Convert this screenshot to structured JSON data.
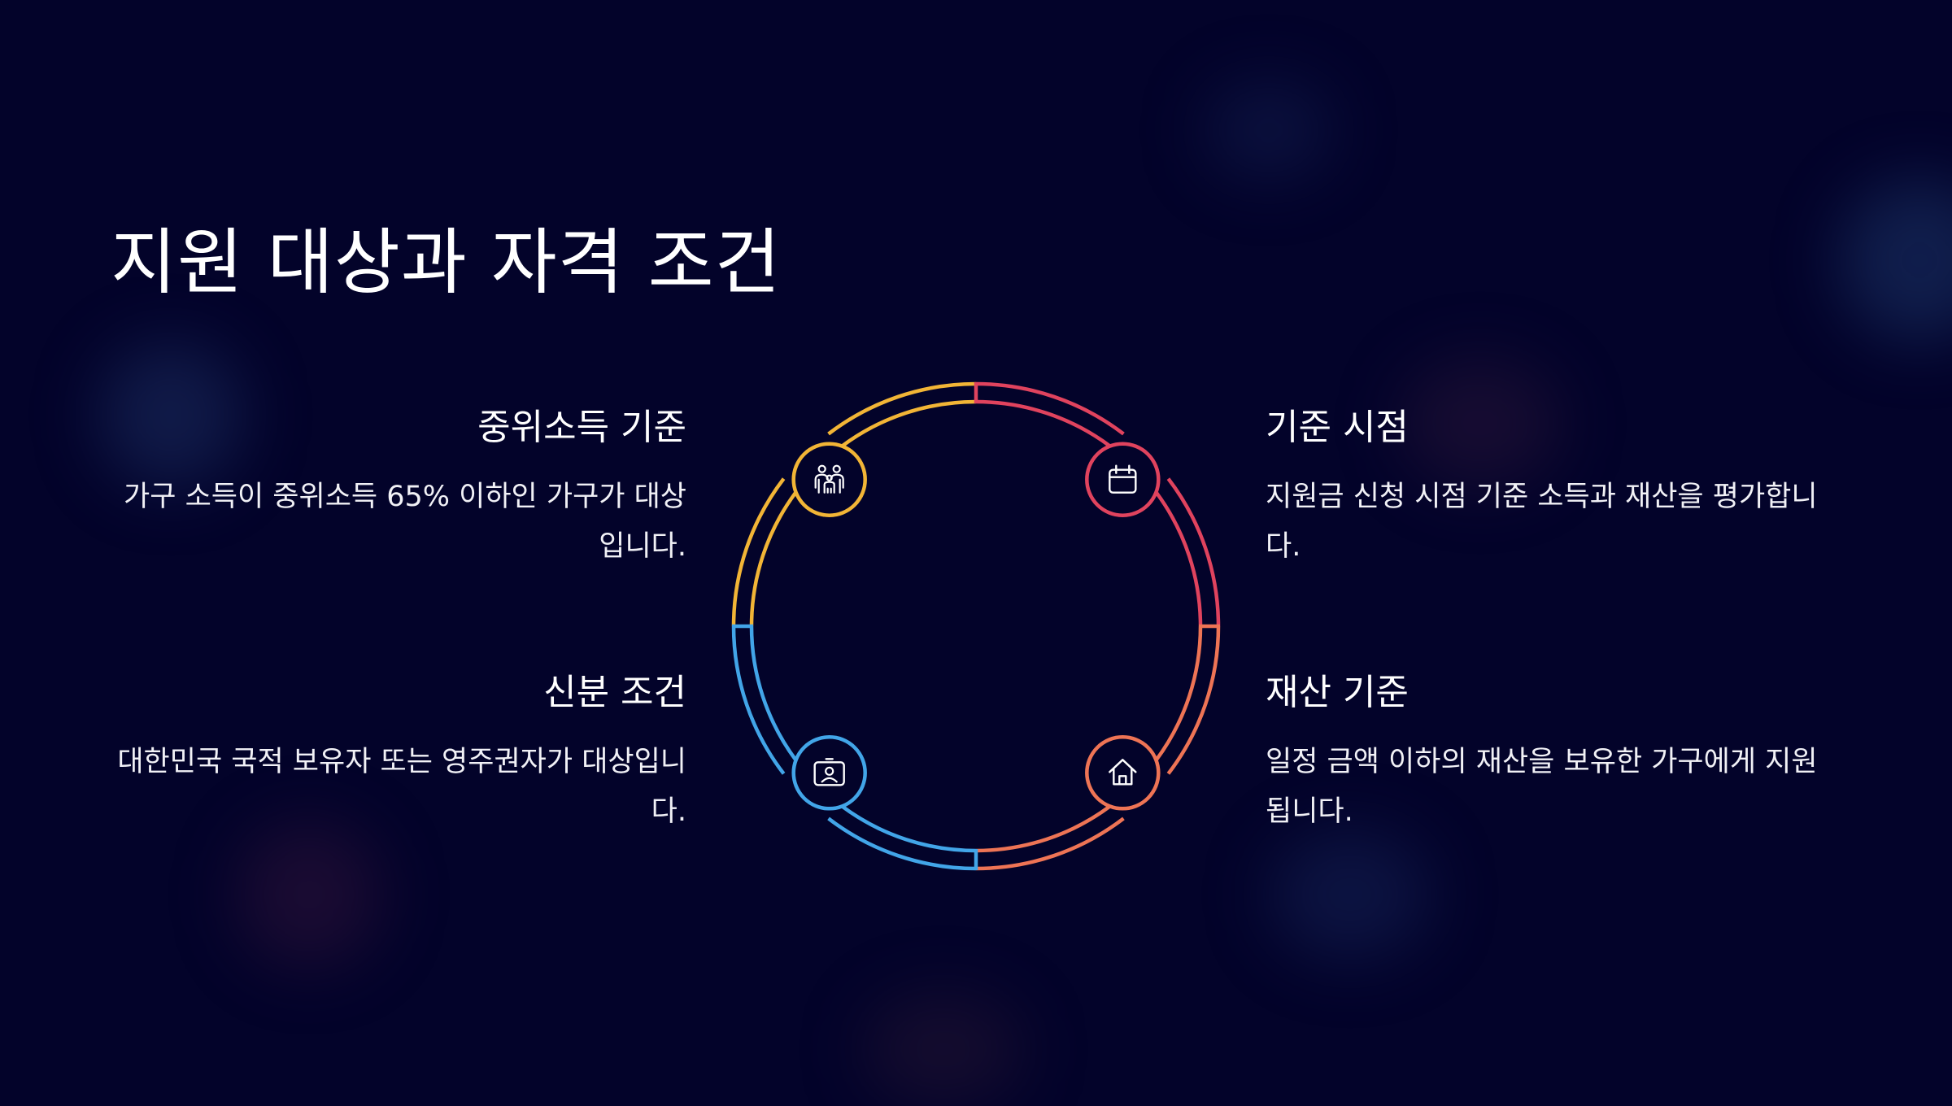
{
  "title": "지원 대상과 자격 조건",
  "items": [
    {
      "id": "income",
      "title": "중위소득 기준",
      "desc": "가구 소득이 중위소득 65% 이하인 가구가 대상입니다.",
      "icon": "family-icon",
      "color": "#f2b536"
    },
    {
      "id": "timing",
      "title": "기준 시점",
      "desc": "지원금 신청 시점 기준 소득과 재산을 평가합니다.",
      "icon": "calendar-icon",
      "color": "#e0435e"
    },
    {
      "id": "identity",
      "title": "신분 조건",
      "desc": "대한민국 국적 보유자 또는 영주권자가 대상입니다.",
      "icon": "id-card-icon",
      "color": "#42a5e8"
    },
    {
      "id": "assets",
      "title": "재산 기준",
      "desc": "일정 금액 이하의 재산을 보유한 가구에게 지원됩니다.",
      "icon": "house-icon",
      "color": "#ee7455"
    }
  ]
}
